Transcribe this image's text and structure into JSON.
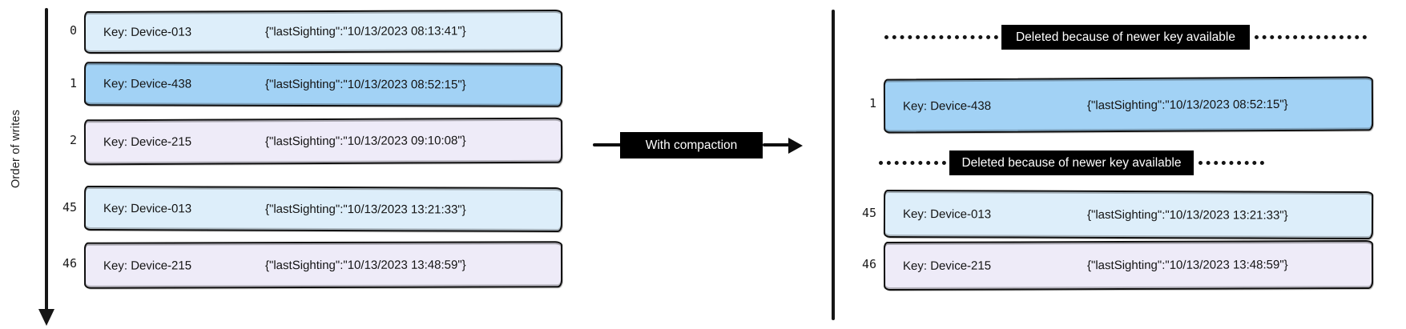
{
  "colors": {
    "light_blue": "#ddeefa",
    "medium_blue": "#a2d2f5",
    "lavender": "#eeebf8",
    "ink": "#0d0d0d",
    "banner_bg": "#000000",
    "banner_text": "#ffffff"
  },
  "left": {
    "axis_label": "Order of writes",
    "rows": [
      {
        "index": "0",
        "key": "Key: Device-013",
        "value": "{\"lastSighting\":\"10/13/2023 08:13:41\"}"
      },
      {
        "index": "1",
        "key": "Key: Device-438",
        "value": "{\"lastSighting\":\"10/13/2023 08:52:15\"}"
      },
      {
        "index": "2",
        "key": "Key: Device-215",
        "value": "{\"lastSighting\":\"10/13/2023 09:10:08\"}"
      },
      {
        "index": "45",
        "key": "Key: Device-013",
        "value": "{\"lastSighting\":\"10/13/2023 13:21:33\"}"
      },
      {
        "index": "46",
        "key": "Key: Device-215",
        "value": "{\"lastSighting\":\"10/13/2023 13:48:59\"}"
      }
    ]
  },
  "middle": {
    "label": "With compaction"
  },
  "right": {
    "deleted": [
      {
        "label": "Deleted because of newer key available"
      },
      {
        "label": "Deleted because of newer key available"
      }
    ],
    "rows": [
      {
        "index": "1",
        "key": "Key: Device-438",
        "value": "{\"lastSighting\":\"10/13/2023 08:52:15\"}"
      },
      {
        "index": "45",
        "key": "Key: Device-013",
        "value": "{\"lastSighting\":\"10/13/2023 13:21:33\"}"
      },
      {
        "index": "46",
        "key": "Key: Device-215",
        "value": "{\"lastSighting\":\"10/13/2023 13:48:59\"}"
      }
    ]
  }
}
